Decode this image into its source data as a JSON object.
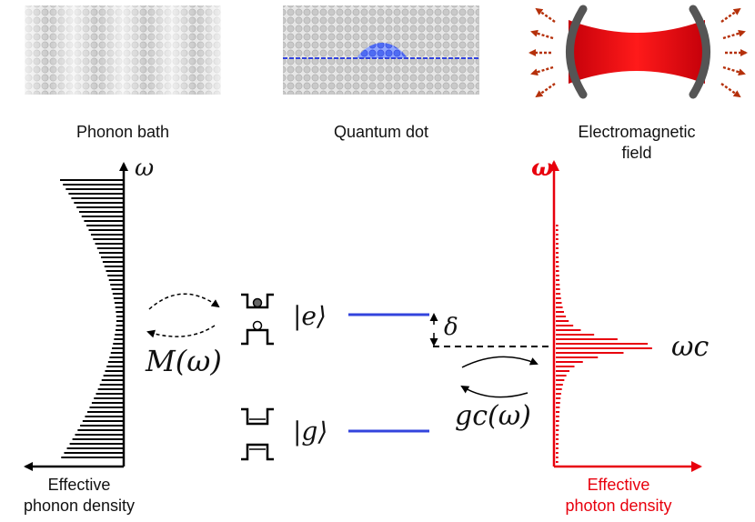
{
  "panels": {
    "phonon_bath": {
      "caption": "Phonon bath"
    },
    "quantum_dot": {
      "caption": "Quantum dot"
    },
    "em_field": {
      "caption_line1": "Electromagnetic",
      "caption_line2": "field"
    }
  },
  "phonon_axis": {
    "omega_label": "ω",
    "density_line1": "Effective",
    "density_line2": "phonon density"
  },
  "photon_axis": {
    "omega_label": "ω",
    "density_line1": "Effective",
    "density_line2": "photon density",
    "resonance_label": "ωc"
  },
  "levels": {
    "excited": "|e⟩",
    "ground": "|g⟩",
    "detuning": "δ",
    "phonon_coupling": "M(ω)",
    "photon_coupling": "gc(ω)"
  },
  "colors": {
    "photon": "#e8000d",
    "level_line": "#3344dd",
    "cavity_mirror": "#555555",
    "arrow_dotted": "#b5300a"
  }
}
